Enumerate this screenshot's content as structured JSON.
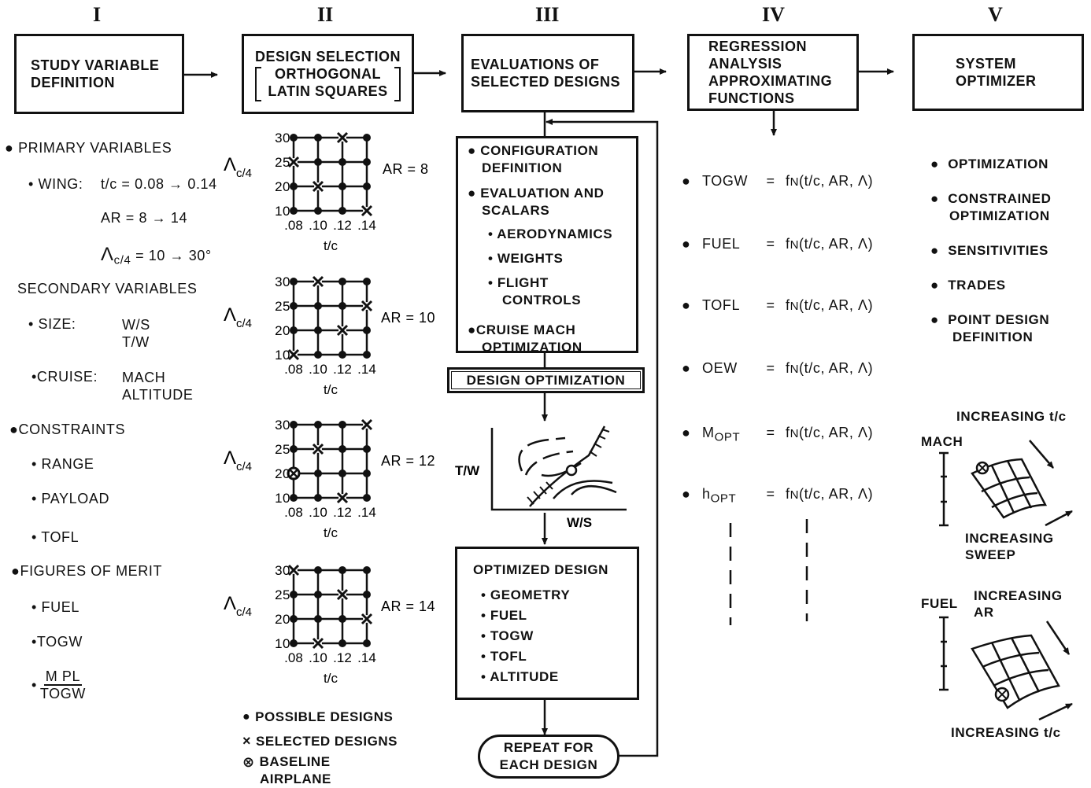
{
  "columns": [
    {
      "numeral": "I",
      "title_lines": [
        "STUDY VARIABLE",
        "DEFINITION"
      ]
    },
    {
      "numeral": "II",
      "title_lines": [
        "DESIGN SELECTION",
        "ORTHOGONAL",
        "LATIN SQUARES"
      ]
    },
    {
      "numeral": "III",
      "title_lines": [
        "EVALUATIONS OF",
        "SELECTED DESIGNS"
      ]
    },
    {
      "numeral": "IV",
      "title_lines": [
        "REGRESSION",
        "ANALYSIS",
        "APPROXIMATING",
        "FUNCTIONS"
      ]
    },
    {
      "numeral": "V",
      "title_lines": [
        "SYSTEM",
        "OPTIMIZER"
      ]
    }
  ],
  "col1": {
    "primary": "PRIMARY VARIABLES",
    "wing_label": "WING:",
    "wing_tc": "t/c  = 0.08 → 0.14",
    "wing_ar": "AR   =  8 → 14",
    "wing_sweep_sym": "Λ",
    "wing_sweep_sub": "c/4",
    "wing_sweep": "= 10 → 30°",
    "secondary": "SECONDARY VARIABLES",
    "size_label": "SIZE:",
    "size_vals": [
      "W/S",
      "T/W"
    ],
    "cruise_label": "CRUISE:",
    "cruise_vals": [
      "MACH",
      "ALTITUDE"
    ],
    "constraints": "CONSTRAINTS",
    "constraint_items": [
      "RANGE",
      "PAYLOAD",
      "TOFL"
    ],
    "merit": "FIGURES OF MERIT",
    "merit_items": [
      "FUEL",
      "TOGW"
    ],
    "merit_frac_num": "M PL",
    "merit_frac_den": "TOGW"
  },
  "col2": {
    "grids": [
      {
        "ar_label": "AR = 8",
        "selected": [
          [
            2,
            3
          ],
          [
            0,
            2
          ],
          [
            1,
            1
          ],
          [
            3,
            0
          ]
        ],
        "baseline": null
      },
      {
        "ar_label": "AR = 10",
        "selected": [
          [
            1,
            3
          ],
          [
            3,
            2
          ],
          [
            2,
            1
          ],
          [
            0,
            0
          ]
        ],
        "baseline": null
      },
      {
        "ar_label": "AR = 12",
        "selected": [
          [
            3,
            3
          ],
          [
            1,
            2
          ],
          [
            0,
            1
          ],
          [
            2,
            0
          ]
        ],
        "baseline": [
          0,
          1
        ]
      },
      {
        "ar_label": "AR = 14",
        "selected": [
          [
            0,
            3
          ],
          [
            2,
            2
          ],
          [
            3,
            1
          ],
          [
            1,
            0
          ]
        ],
        "baseline": null
      }
    ],
    "y_ticks": [
      "30",
      "25",
      "20",
      "10"
    ],
    "x_ticks": [
      ".08",
      ".10",
      ".12",
      ".14"
    ],
    "x_label": "t/c",
    "y_label_sym": "Λ",
    "y_label_sub": "c/4",
    "legend": [
      "POSSIBLE DESIGNS",
      "SELECTED DESIGNS",
      "BASELINE",
      "AIRPLANE"
    ]
  },
  "col3": {
    "eval_items": [
      "CONFIGURATION",
      "DEFINITION",
      "EVALUATION AND",
      "SCALARS",
      "AERODYNAMICS",
      "WEIGHTS",
      "FLIGHT",
      "CONTROLS",
      "CRUISE MACH",
      "OPTIMIZATION"
    ],
    "design_opt": "DESIGN OPTIMIZATION",
    "plot_y": "T/W",
    "plot_x": "W/S",
    "optimized_title": "OPTIMIZED DESIGN",
    "optimized_items": [
      "GEOMETRY",
      "FUEL",
      "TOGW",
      "TOFL",
      "ALTITUDE"
    ],
    "repeat_lines": [
      "REPEAT FOR",
      "EACH DESIGN"
    ]
  },
  "col4": {
    "functions": [
      {
        "label": "TOGW",
        "sub": ""
      },
      {
        "label": "FUEL",
        "sub": ""
      },
      {
        "label": "TOFL",
        "sub": ""
      },
      {
        "label": "OEW",
        "sub": ""
      },
      {
        "label": "M",
        "sub": "OPT"
      },
      {
        "label": "h",
        "sub": "OPT"
      }
    ],
    "eq": "=",
    "f": "f",
    "f_sup": "N",
    "args": "(t/c, AR, Λ)"
  },
  "col5": {
    "items": [
      "OPTIMIZATION",
      "CONSTRAINED",
      "OPTIMIZATION",
      "SENSITIVITIES",
      "TRADES",
      "POINT DESIGN",
      "DEFINITION"
    ],
    "mach_chart": {
      "axis": "MACH",
      "top": "INCREASING t/c",
      "bottom_lines": [
        "INCREASING",
        "SWEEP"
      ]
    },
    "fuel_chart": {
      "axis": "FUEL",
      "top_lines": [
        "INCREASING",
        "AR"
      ],
      "bottom": "INCREASING t/c"
    }
  }
}
